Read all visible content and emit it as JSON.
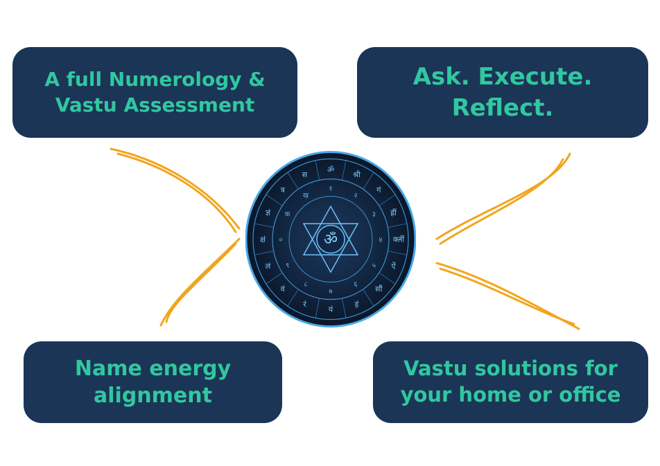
{
  "cards": {
    "top_left": [
      "A full Numerology &",
      "Vastu Assessment"
    ],
    "top_right": [
      "Ask. Execute.",
      "Reflect."
    ],
    "bottom_left": [
      "Name energy",
      "alignment"
    ],
    "bottom_right": [
      "Vastu solutions for",
      "your home or office"
    ]
  },
  "colors": {
    "card_bg": "#1b3556",
    "card_text": "#31c7a0",
    "connector": "#f2a51c",
    "wheel_glow": "#4aa8e8",
    "wheel_bg": "#0e1f36"
  },
  "wheel": {
    "center_symbol": "ॐ",
    "outer_glyphs": [
      "ॐ",
      "श्री",
      "गं",
      "ह्रीं",
      "क्लीं",
      "ऐं",
      "सौं",
      "हं",
      "यं",
      "रं",
      "वं",
      "लं",
      "क्षं",
      "ज्ञं",
      "त्र",
      "स"
    ],
    "inner_glyphs": [
      "१",
      "२",
      "३",
      "४",
      "५",
      "६",
      "७",
      "८",
      "९",
      "०",
      "क",
      "ख"
    ]
  }
}
